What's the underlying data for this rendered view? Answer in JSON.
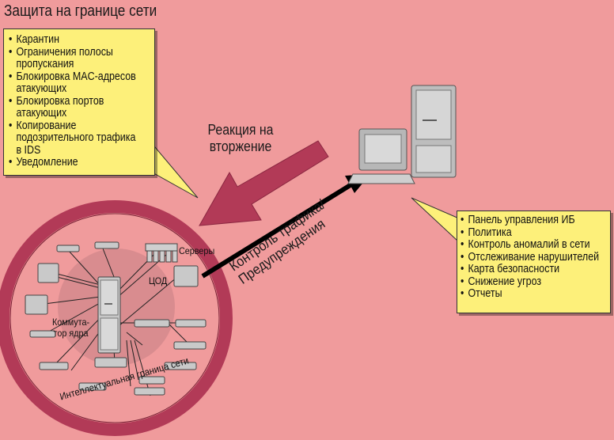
{
  "title": "Защита на границе сети",
  "left_callout": {
    "items": [
      "Карантин",
      "Ограничения полосы",
      "пропускания",
      "Блокировка MAC-адресов",
      "атакующих",
      "Блокировка портов",
      "атакующих",
      "Копирование",
      "подозрительного трафика",
      "в IDS",
      "Уведомление"
    ],
    "bullet_starts": [
      0,
      1,
      3,
      5,
      7,
      10
    ]
  },
  "right_callout": {
    "items": [
      "Панель управления ИБ",
      "Политика",
      "Контроль аномалий в сети",
      "Отслеживание нарушителей",
      "Карта безопасности",
      "Снижение угроз",
      "Отчеты"
    ]
  },
  "reaction_label": [
    "Реакция на",
    "вторжение"
  ],
  "traffic_label": [
    "Контроль трафика/",
    "Предупреждения"
  ],
  "servers_label": "Серверы",
  "dc_label": "ЦОД",
  "core_switch_label": [
    "Коммута-",
    "тор ядра"
  ],
  "perimeter_label": "Интеллектуальная граница сети",
  "colors": {
    "background": "#f09b9c",
    "callout_fill": "#fdf07a",
    "ring": "#b23a57",
    "inner_zone": "#d98c8f",
    "device": "#c9c9c9"
  }
}
